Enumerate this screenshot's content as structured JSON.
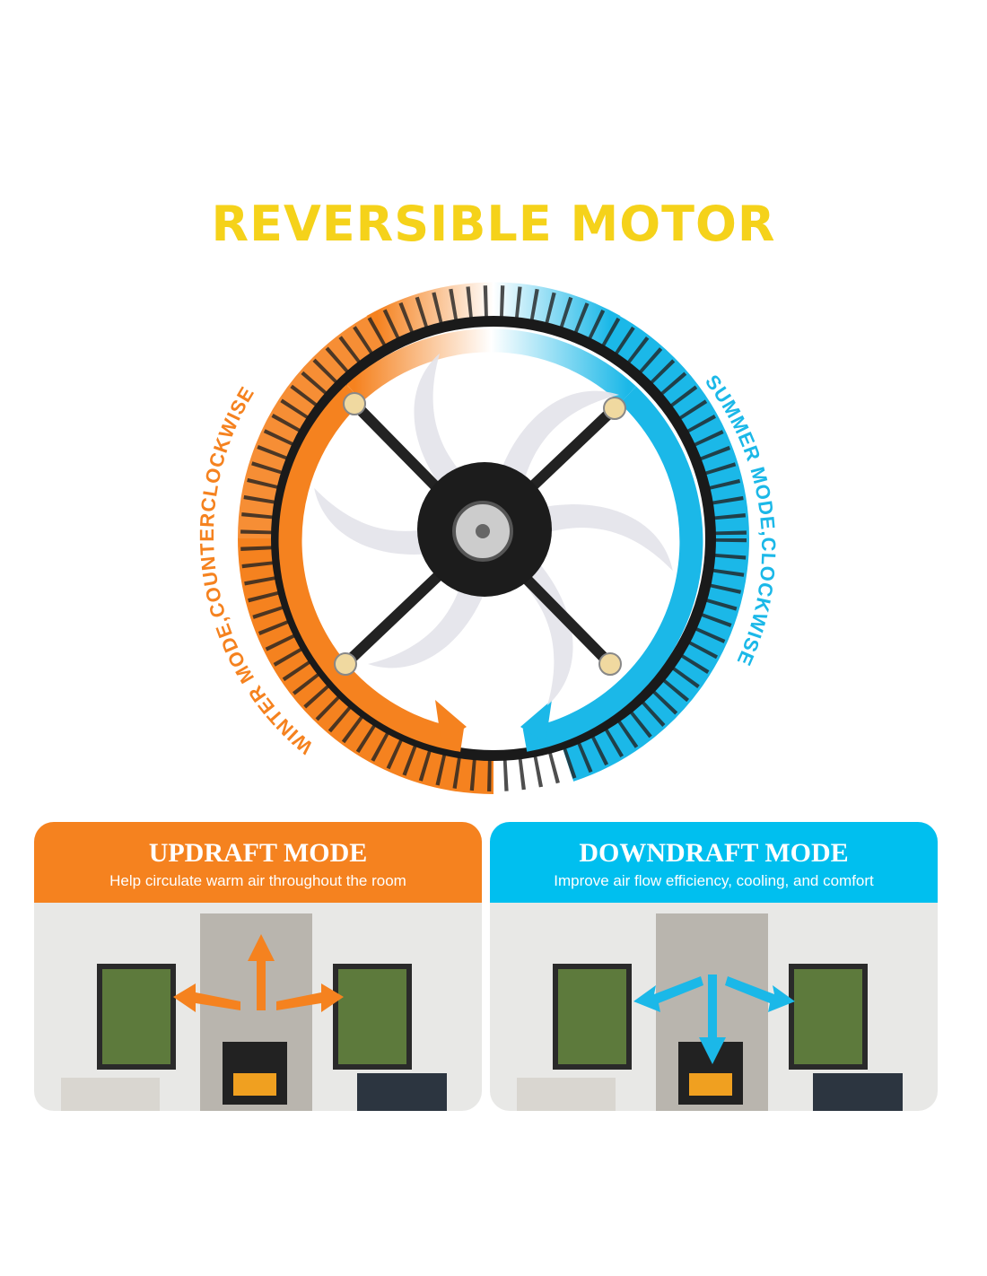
{
  "title": "REVERSIBLE MOTOR",
  "diagram": {
    "left_label": "WINTER MODE,COUNTERCLOCKWISE",
    "right_label": "SUMMER MODE,CLOCKWISE",
    "colors": {
      "winter": "#F5821F",
      "summer": "#1BB8E8",
      "ring": "#1a1a1a"
    }
  },
  "panels": [
    {
      "title": "UPDRAFT MODE",
      "subtitle": "Help circulate warm air throughout the room",
      "color": "#F5821F"
    },
    {
      "title": "DOWNDRAFT MODE",
      "subtitle": "Improve air flow efficiency, cooling, and comfort",
      "color": "#00BFEF"
    }
  ]
}
